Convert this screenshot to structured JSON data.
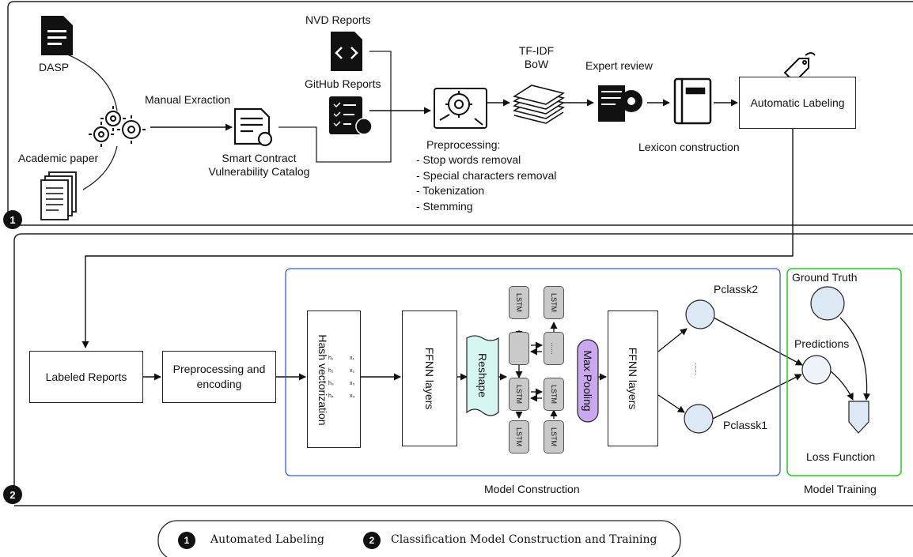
{
  "section1": {
    "badge": "1",
    "dasp": "DASP",
    "academic_paper": "Academic paper",
    "manual_extraction": "Manual Exraction",
    "catalog_line1": "Smart Contract",
    "catalog_line2": "Vulnerability Catalog",
    "nvd_reports": "NVD  Reports",
    "github_reports": "GitHub Reports",
    "tfidf": "TF-IDF",
    "bow": "BoW",
    "preprocessing_title": "Preprocessing:",
    "preprocessing_steps": [
      "- Stop words removal",
      "- Special characters removal",
      "- Tokenization",
      "- Stemming"
    ],
    "expert_review": "Expert review",
    "lexicon_construction": "Lexicon construction",
    "automatic_labeling": "Automatic Labeling"
  },
  "section2": {
    "badge": "2",
    "labeled_reports": "Labeled Reports",
    "preprocessing_line1": "Preprocessing and",
    "preprocessing_line2": "encoding",
    "hash_vectorization": "Hash vectorization",
    "hash_cells": [
      "h₁",
      "h₂",
      "h₃",
      "h₄"
    ],
    "hash_outputs": [
      "x₁",
      "x₂",
      "x₃",
      "x₄"
    ],
    "ffnn1": "FFNN layers",
    "reshape": "Reshape",
    "lstm": "LSTM",
    "dots": "......",
    "max_pooling": "Max Pooling",
    "ffnn2": "FFNN layers",
    "pclass2": "Pclassk2",
    "pclass1": "Pclassk1",
    "vdots": "......",
    "model_construction": "Model Construction",
    "ground_truth": "Ground Truth",
    "predictions": "Predictions",
    "loss_function": "Loss Function",
    "model_training": "Model Training"
  },
  "legend": {
    "item1_num": "1",
    "item1_label": "Automated Labeling",
    "item2_num": "2",
    "item2_label": "Classification Model Construction and Training"
  },
  "colors": {
    "model_construction_border": "#3b5bdb",
    "model_training_border": "#22cc22",
    "node_fill": "#dde8f5",
    "reshape_fill": "#d6f6f2",
    "max_pooling_fill": "#c9a8f0",
    "lstm_fill": "#c9c9c9"
  }
}
